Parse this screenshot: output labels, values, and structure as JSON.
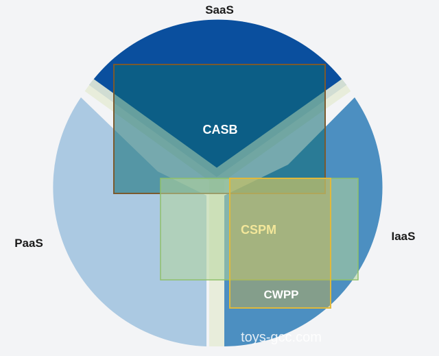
{
  "segments": {
    "saas": {
      "label": "SaaS",
      "color": "#0a4f9e"
    },
    "paas": {
      "label": "PaaS",
      "color": "#a7c6e0"
    },
    "iaas": {
      "label": "IaaS",
      "color": "#4c8fc1"
    }
  },
  "boxes": {
    "casb": {
      "label": "CASB",
      "fill": "#0f6b72",
      "border": "#7a5a2e"
    },
    "cspm": {
      "label": "CSPM",
      "fill": "#b5d69a",
      "border": "#8fc06a"
    },
    "cwpp": {
      "label": "CWPP",
      "fill": "#c9b24a",
      "border": "#e0b93b"
    }
  },
  "watermark": "toys-gcc.com"
}
